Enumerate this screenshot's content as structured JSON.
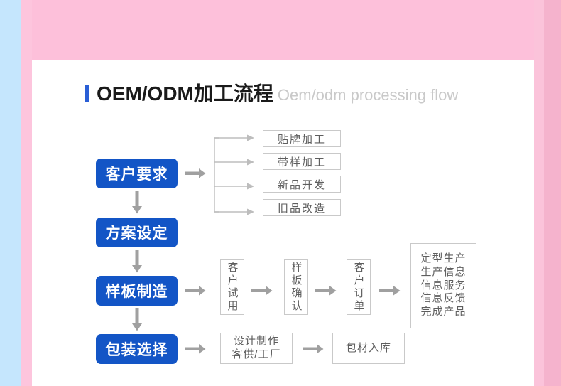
{
  "header": {
    "title_cn": "OEM/ODM加工流程",
    "title_en": "Oem/odm processing flow",
    "accent_color": "#2a5fd6"
  },
  "theme": {
    "frame_pink": "#fdc0da",
    "frame_blue": "#c5e6fd",
    "box_blue": "#1355c6",
    "box_border_gray": "#c9c9c9",
    "arrow_gray": "#a0a0a0",
    "text_gray": "#5e5e5e"
  },
  "flow": {
    "stages": [
      {
        "label": "客户要求"
      },
      {
        "label": "方案设定"
      },
      {
        "label": "样板制造"
      },
      {
        "label": "包装选择"
      }
    ],
    "branch_options": [
      {
        "label": "贴牌加工"
      },
      {
        "label": "带样加工"
      },
      {
        "label": "新品开发"
      },
      {
        "label": "旧品改造"
      }
    ],
    "sample_steps": [
      {
        "label": "客户试用"
      },
      {
        "label": "样板确认"
      },
      {
        "label": "客户订单"
      }
    ],
    "production_result": {
      "lines": [
        "定型生产",
        "生产信息",
        "信息服务",
        "信息反馈",
        "完成产品"
      ]
    },
    "packaging_steps": [
      {
        "lines": [
          "设计制作",
          "客供/工厂"
        ]
      },
      {
        "lines": [
          "包材入库"
        ]
      }
    ]
  }
}
